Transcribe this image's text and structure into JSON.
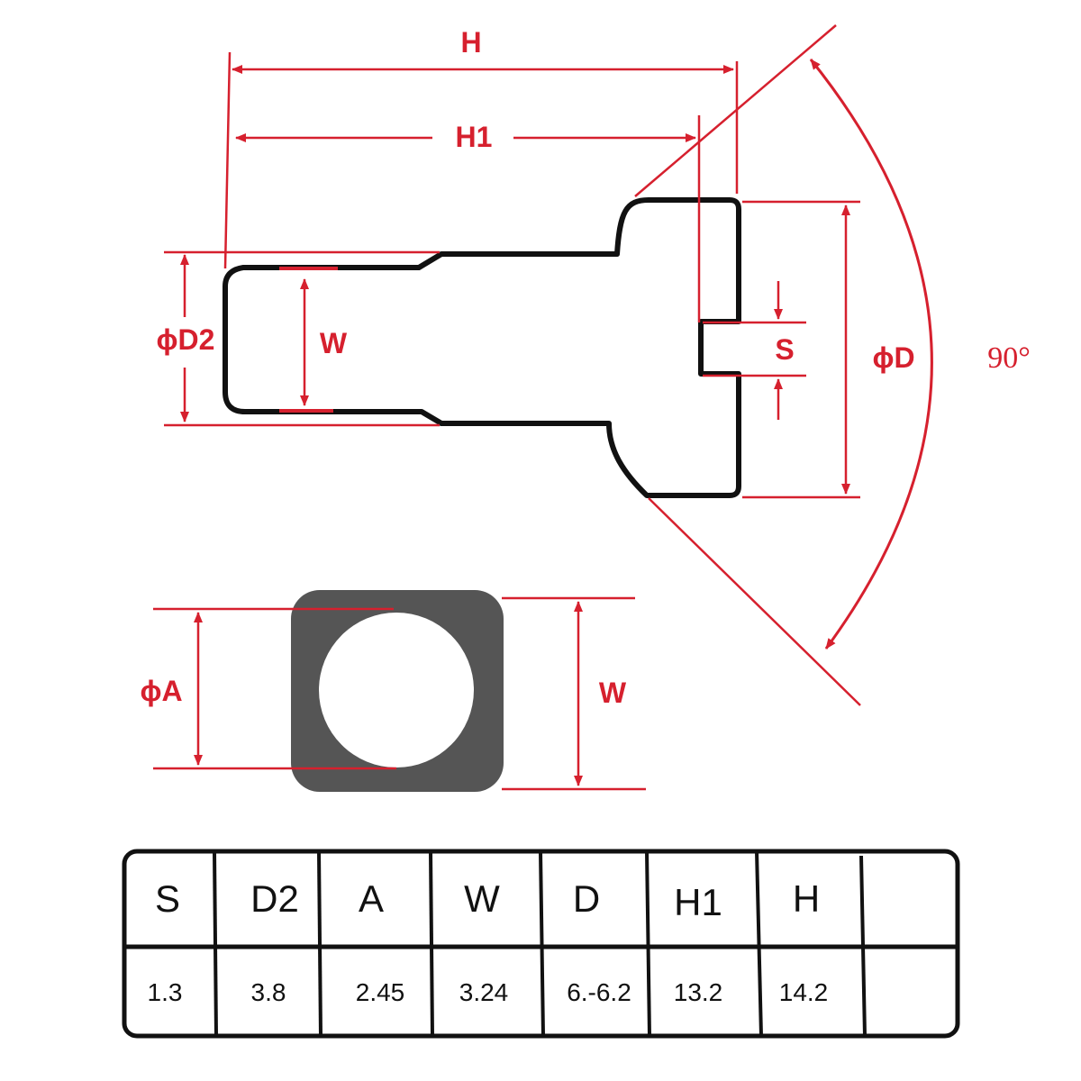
{
  "colors": {
    "dimension": "#d6202e",
    "outline": "#111111",
    "section_fill": "#555555",
    "background": "#ffffff"
  },
  "labels": {
    "H": "H",
    "H1": "H1",
    "D2": "ϕD2",
    "W_side": "W",
    "S": "S",
    "D": "ϕD",
    "angle": "90°",
    "A": "ϕA",
    "W_front": "W"
  },
  "table": {
    "headers": [
      "S",
      "D2",
      "A",
      "W",
      "D",
      "H1",
      "H",
      ""
    ],
    "values": [
      "1.3",
      "3.8",
      "2.45",
      "3.24",
      "6.-6.2",
      "13.2",
      "14.2",
      ""
    ]
  }
}
